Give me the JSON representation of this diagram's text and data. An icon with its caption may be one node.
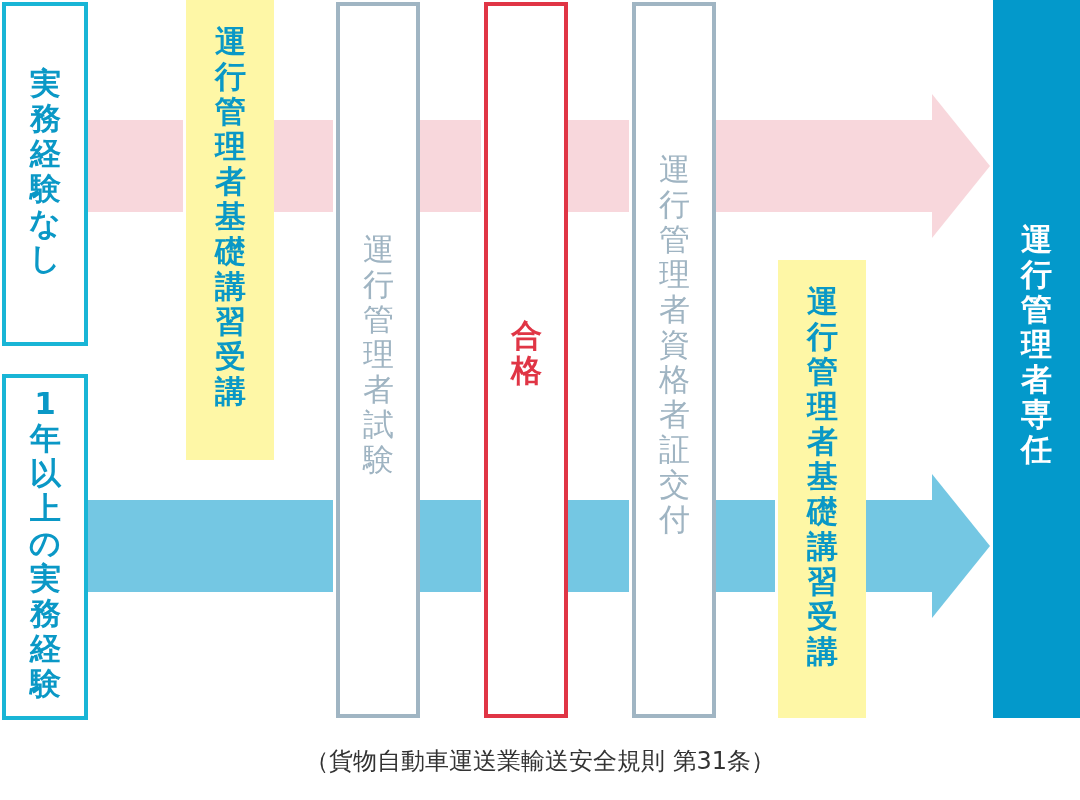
{
  "diagram": {
    "caption": "（貨物自動車運送業輸送安全規則 第31条）",
    "nodes": [
      {
        "text": [
          "実務経験なし"
        ]
      },
      {
        "text": [
          "1年以上の実務経験"
        ]
      },
      {
        "text": [
          "運行管理者基礎講習受講"
        ]
      },
      {
        "text": [
          "運行管理者試験"
        ]
      },
      {
        "text": [
          "合格"
        ]
      },
      {
        "text": [
          "運行管理者資格者証交付"
        ]
      },
      {
        "text": [
          "運行管理者基礎講習受講"
        ]
      },
      {
        "text": [
          "運行管理者専任"
        ]
      }
    ],
    "edges": [
      {
        "from": 0,
        "to": 2,
        "arrow": "none",
        "color": "#f8d7dc"
      },
      {
        "from": 2,
        "to": 3,
        "arrow": "none",
        "color": "#f8d7dc"
      },
      {
        "from": 3,
        "to": 4,
        "arrow": "none",
        "color": "#f8d7dc"
      },
      {
        "from": 4,
        "to": 5,
        "arrow": "none",
        "color": "#f8d7dc"
      },
      {
        "from": 5,
        "to": 7,
        "arrow": "to",
        "color": "#f8d7dc"
      },
      {
        "from": 1,
        "to": 3,
        "arrow": "none",
        "color": "#74c7e3"
      },
      {
        "from": 3,
        "to": 4,
        "arrow": "none",
        "color": "#74c7e3"
      },
      {
        "from": 4,
        "to": 5,
        "arrow": "none",
        "color": "#74c7e3"
      },
      {
        "from": 5,
        "to": 6,
        "arrow": "none",
        "color": "#74c7e3"
      },
      {
        "from": 6,
        "to": 7,
        "arrow": "to",
        "color": "#74c7e3"
      }
    ]
  }
}
